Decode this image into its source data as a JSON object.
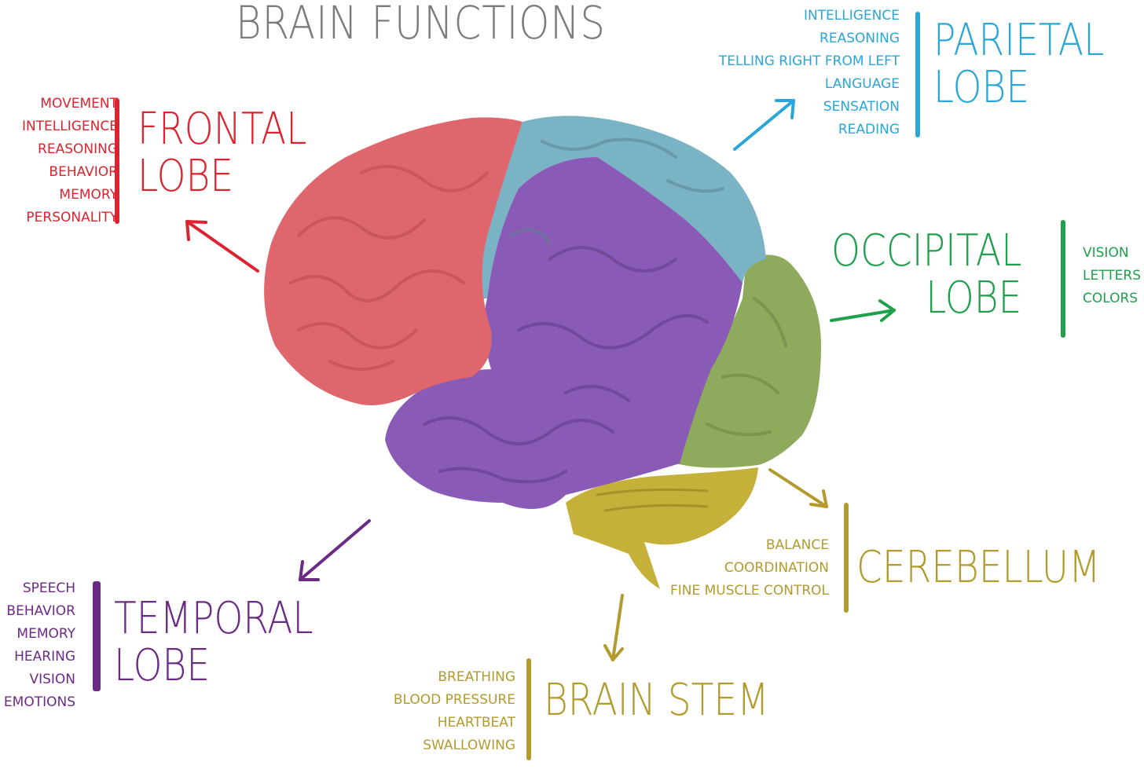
{
  "title": "BRAIN FUNCTIONS",
  "colors": {
    "frontal": "#dc2430",
    "parietal": "#2aa6d8",
    "occipital": "#1fa04c",
    "temporal": "#6b2a84",
    "cerebellum": "#b39a2c",
    "brainstem": "#b39a2c",
    "frontal_fill": "#e0666d",
    "parietal_fill": "#79b3c4",
    "occipital_fill": "#8eaa5c",
    "temporal_fill": "#8a5bb6",
    "cerebellum_fill": "#c5b13a"
  },
  "regions": {
    "frontal": {
      "name_line1": "FRONTAL",
      "name_line2": "LOBE",
      "functions": [
        "MOVEMENT",
        "INTELLIGENCE",
        "REASONING",
        "BEHAVIOR",
        "MEMORY",
        "PERSONALITY"
      ]
    },
    "parietal": {
      "name_line1": "PARIETAL",
      "name_line2": "LOBE",
      "functions": [
        "INTELLIGENCE",
        "REASONING",
        "TELLING RIGHT FROM LEFT",
        "LANGUAGE",
        "SENSATION",
        "READING"
      ]
    },
    "occipital": {
      "name_line1": "OCCIPITAL",
      "name_line2": "LOBE",
      "functions": [
        "VISION",
        "LETTERS",
        "COLORS"
      ]
    },
    "temporal": {
      "name_line1": "TEMPORAL",
      "name_line2": "LOBE",
      "functions": [
        "SPEECH",
        "BEHAVIOR",
        "MEMORY",
        "HEARING",
        "VISION",
        "EMOTIONS"
      ]
    },
    "cerebellum": {
      "name_line1": "CEREBELLUM",
      "functions": [
        "BALANCE",
        "COORDINATION",
        "FINE MUSCLE CONTROL"
      ]
    },
    "brainstem": {
      "name_line1": "BRAIN STEM",
      "functions": [
        "BREATHING",
        "BLOOD PRESSURE",
        "HEARTBEAT",
        "SWALLOWING"
      ]
    }
  }
}
